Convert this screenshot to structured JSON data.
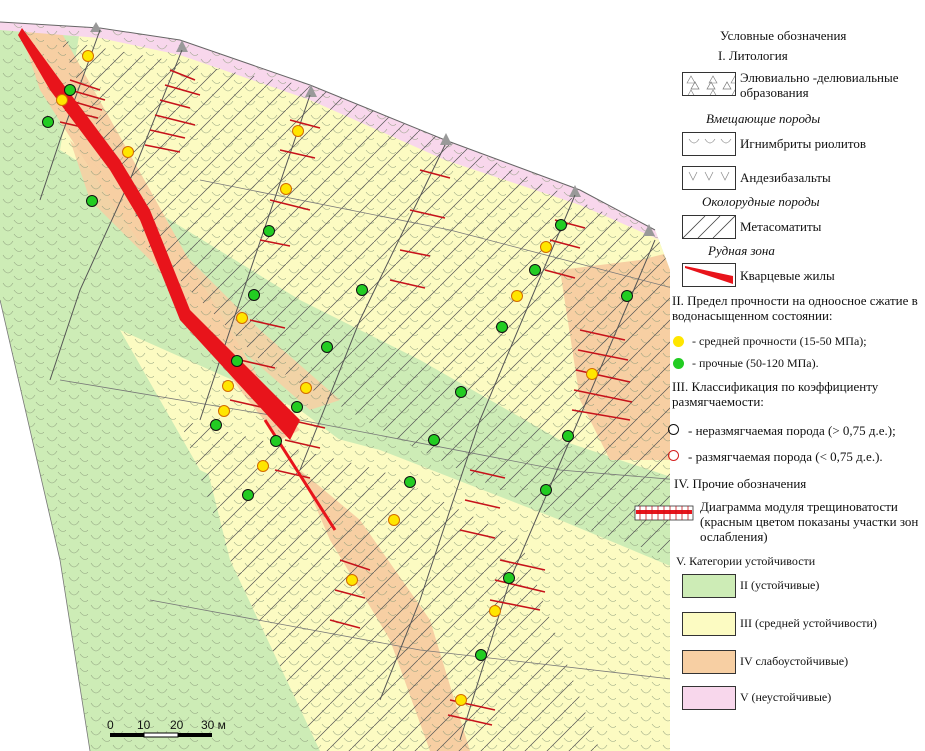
{
  "legend": {
    "title": "Условные обозначения",
    "section1": "I. Литология",
    "eluvial": "Элювиально -делювиальные образования",
    "host_rocks": "Вмещающие породы",
    "ignimbrite": "Игнимбриты риолитов",
    "andesibasalt": "Андезибазальты",
    "near_ore": "Околорудные породы",
    "metasomatite": "Метасоматиты",
    "ore_zone": "Рудная зона",
    "quartz": "Кварцевые жилы",
    "section2": "II. Предел прочности на одноосное сжатие в водонасыщенном состоянии:",
    "medium_strength": "- средней прочности (15-50 МПа);",
    "strong": "- прочные (50-120 МПа).",
    "section3": "III. Классификация по коэффициенту размягчаемости:",
    "non_softening": "- неразмягчаемая порода (> 0,75 д.е.);",
    "softening": "- размягчаемая порода (< 0,75 д.е.).",
    "section4": "IV. Прочие обозначения",
    "fracture_diagram": "Диаграмма модуля трещиноватости (красным цветом показаны участки зон ослабления)",
    "section5": "V. Категории устойчивости",
    "cat2": "II (устойчивые)",
    "cat3": "III (средней устойчивости)",
    "cat4": "IV слабоустойчивые)",
    "cat5": "V (неустойчивые)"
  },
  "scale": {
    "ticks": [
      "0",
      "10",
      "20",
      "30 м"
    ]
  },
  "colors": {
    "stable": "#cdecb6",
    "medium": "#fcfbc2",
    "weak": "#f7cfa3",
    "unstable": "#f8d7ec",
    "quartz": "#e8141b",
    "medium_dot": "#ffe600",
    "strong_dot": "#22cc22"
  }
}
